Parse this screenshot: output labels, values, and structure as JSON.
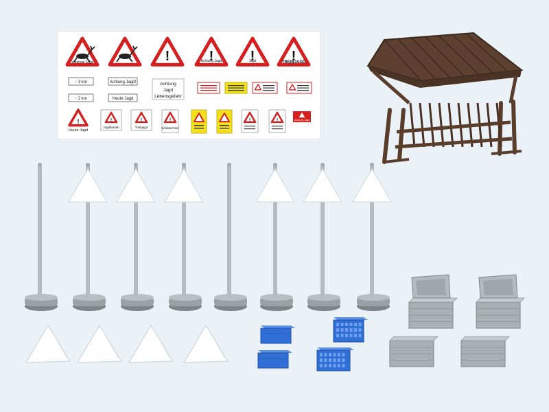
{
  "scene": {
    "background_color": "#eaf2f8",
    "decal_sheet": {
      "triangle_signs": [
        {
          "label": "Wechsel Jagd",
          "icon": "deer-crossing-icon"
        },
        {
          "label": "",
          "icon": "deer-jumping-icon"
        },
        {
          "label": "",
          "icon": "exclamation-icon"
        },
        {
          "label": "Achtung Jagd",
          "icon": "exclamation-icon"
        },
        {
          "label": "Jagd",
          "icon": "exclamation-icon"
        },
        {
          "label": "TREIBJAGD",
          "icon": "exclamation-icon"
        }
      ],
      "text_plates": [
        {
          "label": "3 km"
        },
        {
          "label": "Achtung Jagd!"
        },
        {
          "label": "2 km"
        },
        {
          "label": "Heute Jagd"
        }
      ],
      "text_block": [
        "Achtung",
        "Jagd",
        "Lebensgefahr"
      ],
      "small_plates": [
        {
          "kind": "red-text-plate"
        },
        {
          "kind": "yellow-plate"
        },
        {
          "kind": "warning-plate"
        },
        {
          "kind": "warning-plate"
        }
      ],
      "bottom_row": [
        {
          "kind": "triangle",
          "label": "Heute Jagd"
        },
        {
          "kind": "framed-triangle",
          "label": "Jagdbetrieb"
        },
        {
          "kind": "framed-triangle",
          "label": "Treibjagd"
        },
        {
          "kind": "framed-triangle",
          "label": "Wildwechsel"
        },
        {
          "kind": "yellow-sign",
          "label": ""
        },
        {
          "kind": "yellow-sign",
          "label": ""
        },
        {
          "kind": "framed-triangle",
          "label": ""
        },
        {
          "kind": "framed-triangle",
          "label": ""
        },
        {
          "kind": "red-badge",
          "label": "Achtung Jagd"
        }
      ]
    },
    "colors": {
      "sign_red": "#d42020",
      "pole_grey": "#b5bcc0",
      "base_grey": "#9aa2a6",
      "crate_blue": "#2f6fd6",
      "box_grey": "#a9b0b3",
      "wood_brown": "#5a3c2a",
      "sign_white": "#ffffff"
    },
    "poles": {
      "count": 8,
      "with_triangle_sign": [
        false,
        true,
        true,
        true,
        false,
        true,
        true,
        true
      ]
    },
    "tent_signs": {
      "count": 4
    },
    "crates": {
      "count": 4,
      "color_name": "blue"
    },
    "metal_boxes": {
      "count": 4,
      "open_lids": 2
    },
    "feeder": {
      "object": "wooden-game-feeder"
    }
  }
}
